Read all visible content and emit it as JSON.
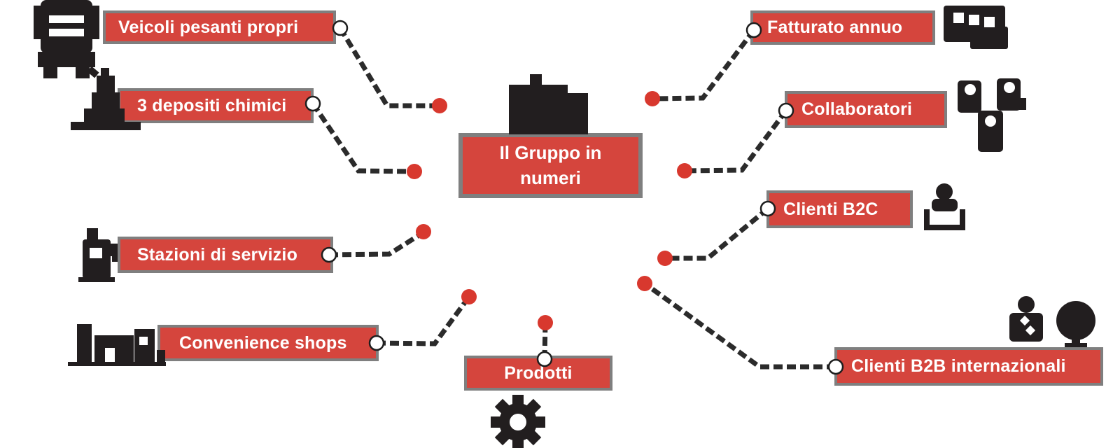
{
  "diagram": {
    "center": {
      "label": "Il Gruppo in numeri",
      "icon": "building-icon"
    },
    "nodes": [
      {
        "label": "Veicoli pesanti propri",
        "icon": "truck-icon"
      },
      {
        "label": "3 depositi chimici",
        "icon": "chemical-depot-icon"
      },
      {
        "label": "Stazioni di servizio",
        "icon": "fuel-pump-icon"
      },
      {
        "label": "Convenience shops",
        "icon": "storefront-icon"
      },
      {
        "label": "Prodotti",
        "icon": "gear-icon"
      },
      {
        "label": "Fatturato annuo",
        "icon": "money-stack-icon"
      },
      {
        "label": "Collaboratori",
        "icon": "people-group-icon"
      },
      {
        "label": "Clienti B2C",
        "icon": "customer-basket-icon"
      },
      {
        "label": "Clienti B2B internazionali",
        "icon": "business-person-globe-icon"
      }
    ],
    "colors": {
      "box_red": "#d5453d",
      "marker_red": "#d8382e",
      "border_gray": "#7f7f7f",
      "line_dark": "#2b2b2b",
      "icon_black": "#221e1f",
      "text_white": "#ffffff"
    }
  }
}
